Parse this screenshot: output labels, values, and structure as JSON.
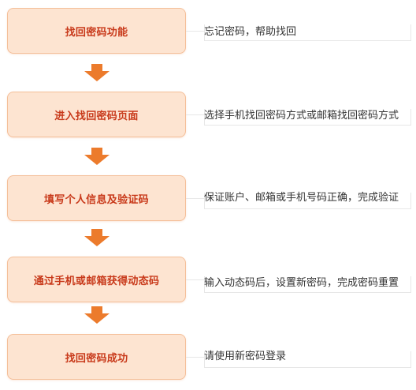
{
  "steps": [
    {
      "title": "找回密码功能",
      "description": "忘记密码，帮助找回"
    },
    {
      "title": "进入找回密码页面",
      "description": "选择手机找回密码方式或邮箱找回密码方式"
    },
    {
      "title": "填写个人信息及验证码",
      "description": "保证账户、邮箱或手机号码正确，完成验证"
    },
    {
      "title": "通过手机或邮箱获得动态码",
      "description": "输入动态码后，设置新密码，完成密码重置"
    },
    {
      "title": "找回密码成功",
      "description": "请使用新密码登录"
    }
  ],
  "colors": {
    "box_fill": "#fde4d1",
    "box_border": "#f4bf99",
    "title_text": "#c8391a",
    "arrow": "#ec7b2c",
    "connector": "#e7e7e7"
  },
  "icons": {
    "arrow": "down-arrow-icon"
  }
}
